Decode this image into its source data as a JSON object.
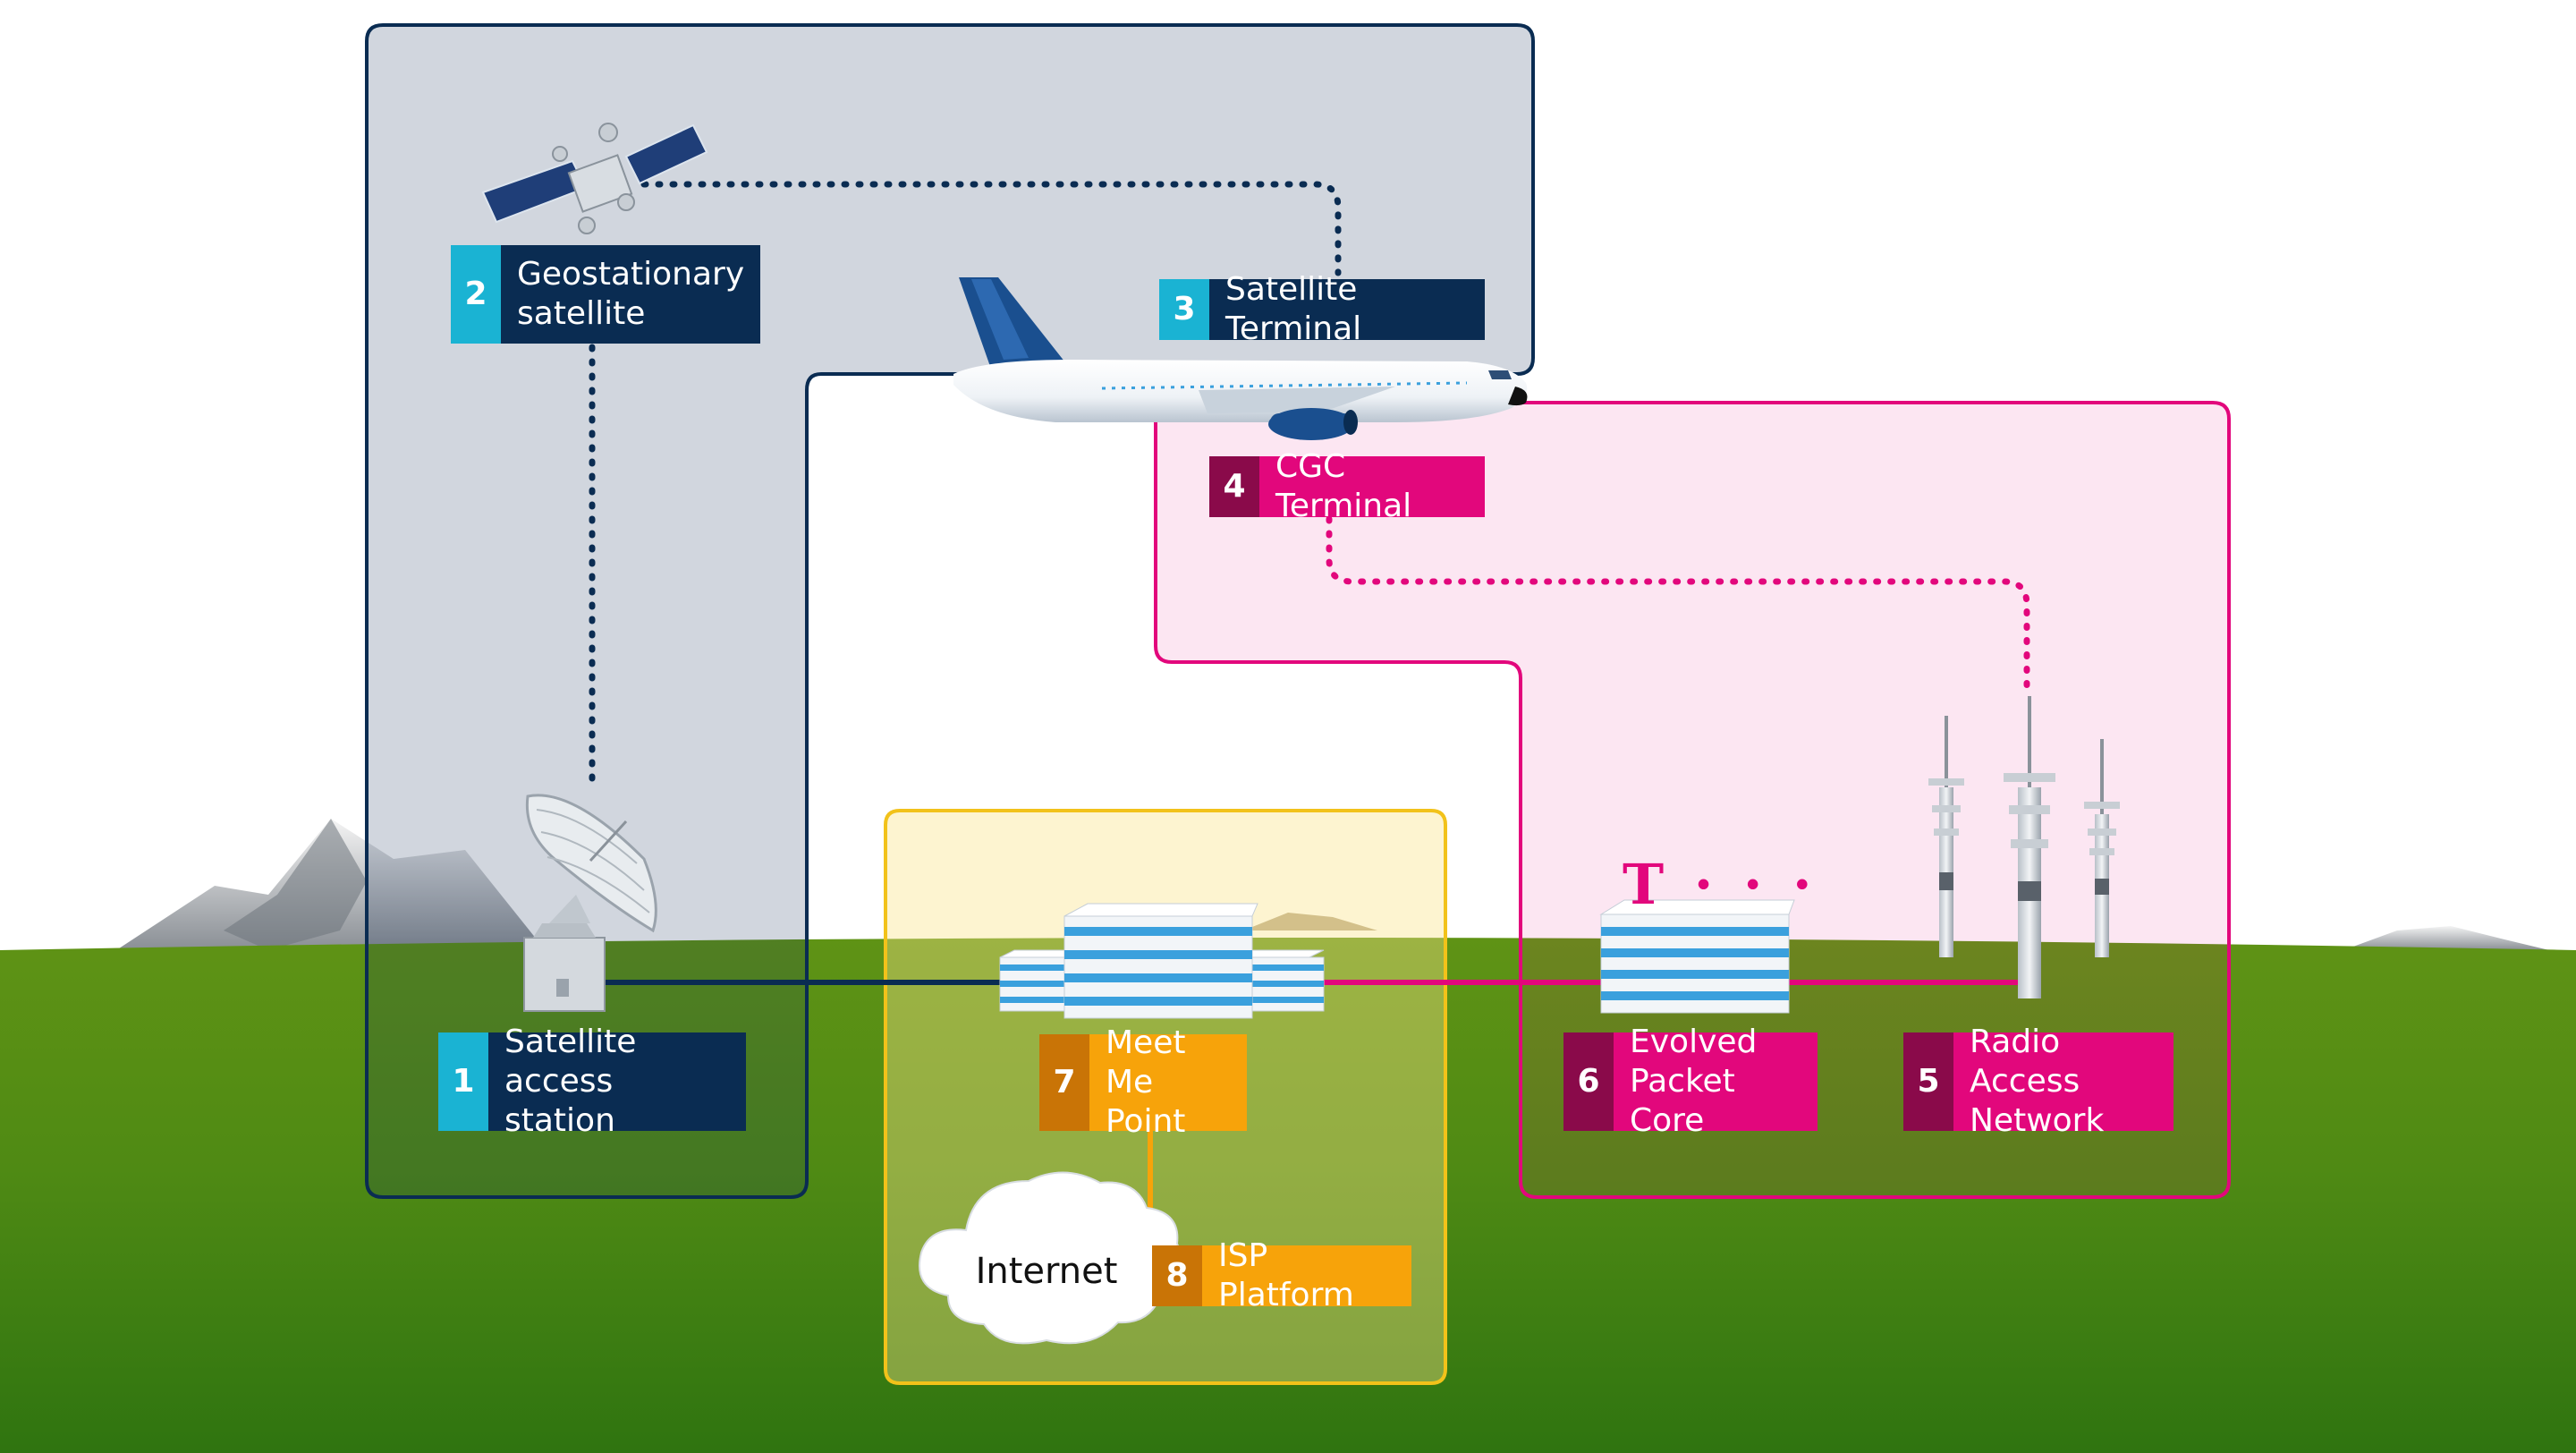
{
  "colors": {
    "satellite_domain": "#0a2c52",
    "cellular_domain": "#e2077c",
    "interconnect_domain": "#f7a30a",
    "satellite_number_accent": "#1ab3d3",
    "ground_green": "#5d8f10"
  },
  "brand_logo_text": "T · · ·",
  "labels": {
    "satellite_access_station": {
      "number": "1",
      "text": "Satellite access\nstation"
    },
    "geostationary_satellite": {
      "number": "2",
      "text": "Geostationary\nsatellite"
    },
    "satellite_terminal": {
      "number": "3",
      "text": "Satellite Terminal"
    },
    "cgc_terminal": {
      "number": "4",
      "text": "CGC Terminal"
    },
    "radio_access_network": {
      "number": "5",
      "text": "Radio Access\nNetwork"
    },
    "evolved_packet_core": {
      "number": "6",
      "text": "Evolved\nPacket Core"
    },
    "meet_me_point": {
      "number": "7",
      "text": "Meet Me\nPoint"
    },
    "isp_platform": {
      "number": "8",
      "text": "ISP Platform"
    }
  },
  "internet_cloud": {
    "text": "Internet"
  },
  "icons": [
    "geostationary-satellite-icon",
    "airplane-icon",
    "satellite-dish-icon",
    "data-center-icon",
    "core-network-server-icon",
    "radio-tower-icon",
    "cloud-icon",
    "mountain-icon"
  ]
}
